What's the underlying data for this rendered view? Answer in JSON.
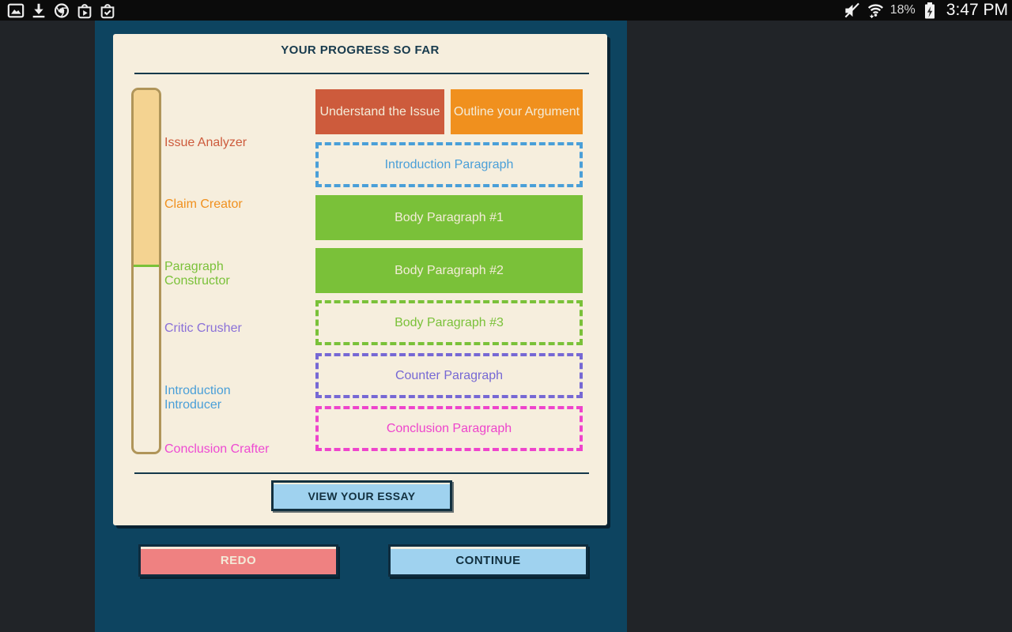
{
  "status_bar": {
    "time": "3:47 PM",
    "battery_percent": "18%",
    "left_icons": [
      "gallery-icon",
      "download-icon",
      "chrome-icon",
      "play-store-icon",
      "checklist-icon"
    ],
    "right_icons": [
      "volume-muted-icon",
      "wifi-icon",
      "battery-charging-icon"
    ]
  },
  "progress_card": {
    "title": "YOUR PROGRESS SO FAR",
    "view_essay_button": "VIEW YOUR ESSAY",
    "progress_fill_height": "49%",
    "milestones": [
      {
        "label": "Issue Analyzer",
        "color": "#cd5b3c"
      },
      {
        "label": "Claim Creator",
        "color": "#f0901e"
      },
      {
        "label": "Paragraph Constructor",
        "color": "#7ac139"
      },
      {
        "label": "Critic Crusher",
        "color": "#8a70d8"
      },
      {
        "label": "Introduction Introducer",
        "color": "#4a9fd8"
      },
      {
        "label": "Conclusion Crafter",
        "color": "#ee4ad2"
      }
    ],
    "boxes": [
      {
        "label": "Understand the Issue",
        "color": "#cd5b3c",
        "style": "solid"
      },
      {
        "label": "Outline your Argument",
        "color": "#f0901e",
        "style": "solid"
      },
      {
        "label": "Introduction Paragraph",
        "color": "#4a9fd8",
        "style": "dashed"
      },
      {
        "label": "Body Paragraph #1",
        "color": "#7ac139",
        "style": "solid"
      },
      {
        "label": "Body Paragraph #2",
        "color": "#7ac139",
        "style": "solid"
      },
      {
        "label": "Body Paragraph #3",
        "color": "#7ac139",
        "style": "dashed"
      },
      {
        "label": "Counter Paragraph",
        "color": "#7668d4",
        "style": "dashed"
      },
      {
        "label": "Conclusion Paragraph",
        "color": "#ee44cc",
        "style": "dashed"
      }
    ]
  },
  "footer": {
    "redo_button": "REDO",
    "continue_button": "CONTINUE"
  },
  "theme": {
    "status_bar_bg": "#0b0b0b",
    "outer_bg": "#212428",
    "panel_bg": "#0d4460",
    "card_bg": "#f6eedd",
    "heading_color": "#173a4d",
    "progress_fill": "#f4d391",
    "progress_track_border": "#b09559",
    "progress_marker": "#7ac139",
    "button_blue": "#9fd2ef",
    "button_red": "#ef8181",
    "button_border": "#0e2c3e"
  }
}
